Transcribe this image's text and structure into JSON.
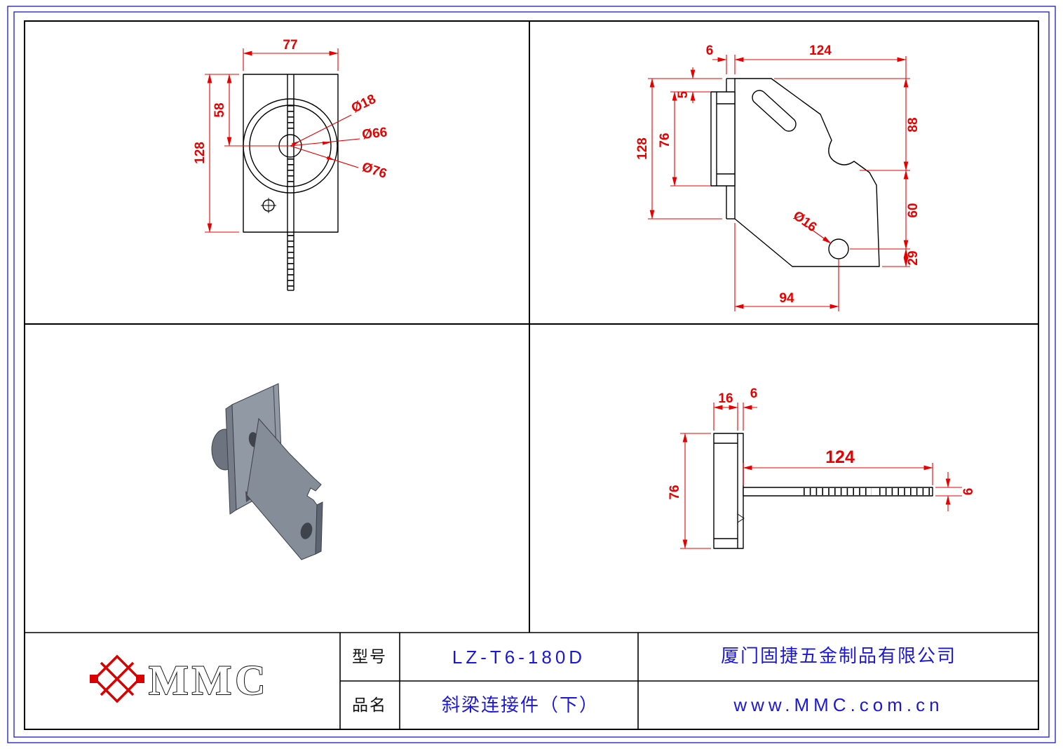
{
  "sheet": {
    "type": "engineering-drawing",
    "views": [
      "front",
      "side",
      "isometric",
      "profile"
    ]
  },
  "colors": {
    "dimension_red": "#e80000",
    "line_black": "#000000",
    "text_blue": "#1b16dc",
    "border_blue": "#2b2bc4",
    "part_gray": "#8d95a1"
  },
  "front_view": {
    "width": "77",
    "hole_offset": "58",
    "height": "128",
    "dia_center_hole": "Ø18",
    "dia_boss_inner": "Ø66",
    "dia_boss_outer": "Ø76"
  },
  "side_view": {
    "plate_thickness": "6",
    "arm_length": "124",
    "lip": "5",
    "channel_height": "76",
    "height": "128",
    "seg_top": "88",
    "seg_mid": "60",
    "seg_bottom": "29",
    "dia_hole": "Ø16",
    "hole_distance": "94"
  },
  "profile_view": {
    "plate_depth": "16",
    "tab_offset": "6",
    "height": "76",
    "tab_length": "124",
    "tab_thickness": "6"
  },
  "title_block": {
    "logo": "MMC",
    "model_label": "型号",
    "model_value": "LZ-T6-180D",
    "name_label": "品名",
    "name_value": "斜梁连接件（下）",
    "company": "厦门固捷五金制品有限公司",
    "website": "www.MMC.com.cn"
  }
}
